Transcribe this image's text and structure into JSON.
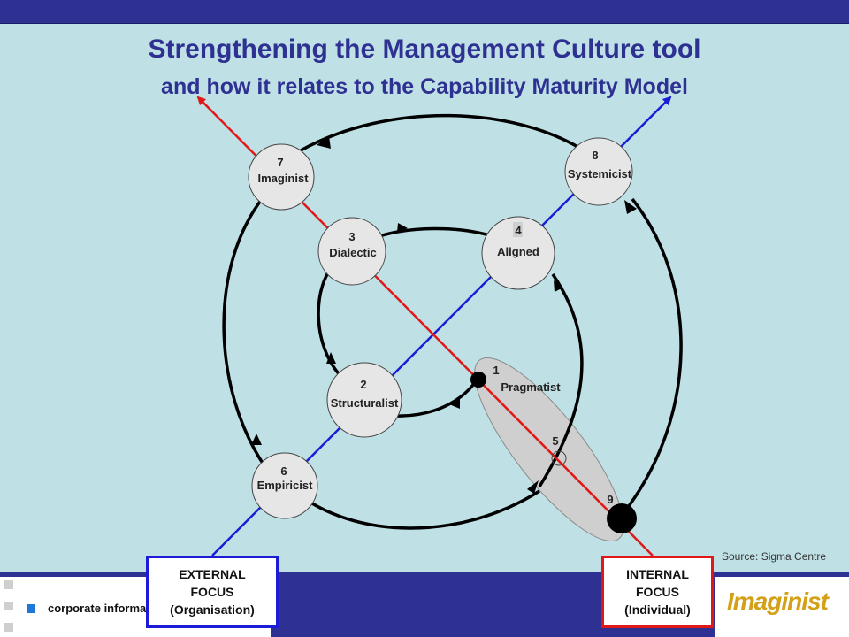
{
  "title": "Strengthening the Management Culture tool",
  "subtitle": "and how it relates to the Capability Maturity Model",
  "nodes": {
    "n1": {
      "num": "1",
      "label": "Pragmatist"
    },
    "n2": {
      "num": "2",
      "label": "Structuralist"
    },
    "n3": {
      "num": "3",
      "label": "Dialectic"
    },
    "n4": {
      "num": "4",
      "label": "Aligned"
    },
    "n5": {
      "num": "5",
      "label": ""
    },
    "n6": {
      "num": "6",
      "label": "Empiricist"
    },
    "n7": {
      "num": "7",
      "label": "Imaginist"
    },
    "n8": {
      "num": "8",
      "label": "Systemicist"
    },
    "n9": {
      "num": "9",
      "label": ""
    }
  },
  "source": "Source: Sigma Centre",
  "external_focus": {
    "line1": "EXTERNAL",
    "line2": "FOCUS",
    "line3": "(Organisation)"
  },
  "internal_focus": {
    "line1": "INTERNAL",
    "line2": "FOCUS",
    "line3": "(Individual)"
  },
  "footer": {
    "corporate_text": "corporate information"
  },
  "logo": {
    "text": "Imaginist"
  },
  "colors": {
    "background": "#bfe1e6",
    "banner": "#2e3192",
    "title": "#2e3192",
    "external_axis": "#1c1cd8",
    "internal_axis": "#e01818",
    "node_fill": "#e6e6e6",
    "logo_gold": "#d4a017"
  }
}
